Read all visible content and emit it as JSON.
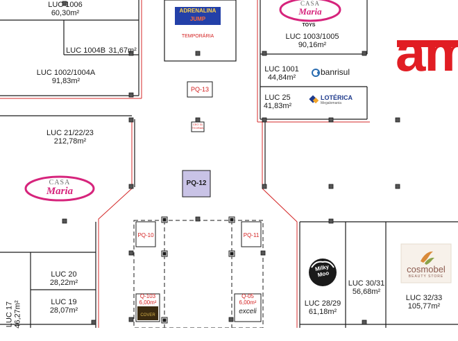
{
  "stores": {
    "luc1006": {
      "name": "LUC 1006",
      "area": "60,30m²"
    },
    "luc1004b": {
      "name": "LUC 1004B",
      "area": "31,67m²"
    },
    "luc1002": {
      "name": "LUC 1002/1004A",
      "area": "91,83m²"
    },
    "luc1003": {
      "name": "LUC 1003/1005",
      "area": "90,16m²"
    },
    "luc1001": {
      "name": "LUC 1001",
      "area": "44,84m²"
    },
    "luc25": {
      "name": "LUC 25",
      "area": "41,83m²"
    },
    "luc21": {
      "name": "LUC 21/22/23",
      "area": "212,78m²"
    },
    "luc20": {
      "name": "LUC 20",
      "area": "28,22m²"
    },
    "luc19": {
      "name": "LUC 19",
      "area": "28,07m²"
    },
    "luc17": {
      "name": "LUC 17",
      "area": "46,27m²"
    },
    "luc2829": {
      "name": "LUC 28/29",
      "area": "61,18m²"
    },
    "luc3031": {
      "name": "LUC 30/31",
      "area": "56,68m²"
    },
    "luc3233": {
      "name": "LUC 32/33",
      "area": "105,77m²"
    }
  },
  "kiosks": {
    "pq13": "PQ-13",
    "pq12": "PQ-12",
    "pq10": "PQ-10",
    "pq11": "PQ-11",
    "q103": {
      "name": "Q-103",
      "area": "6,00m²"
    },
    "q05": {
      "name": "Q-05",
      "area": "6,00m²"
    },
    "small_top": "CEO 31",
    "small_bottom": "TEORAN"
  },
  "logos": {
    "adrenalina_line1": "ADRENALINA",
    "adrenalina_line2": "JUMP",
    "temporaria": "TEMPORÁRIA",
    "casa_maria_top": "CASA",
    "casa_maria_bottom": "Maria",
    "casa_maria_toys": "TOYS",
    "casa_maria2_top": "CASA",
    "casa_maria2_bottom": "Maria",
    "banrisul": "banrisul",
    "loterica": "LOTÉRICA",
    "loterica_sub": "Megalomania",
    "am": "am",
    "milkmoo_line1": "Milky",
    "milkmoo_line2": "Moo",
    "cosmobel": "cosmobel",
    "cosmobel_sub": "BEAUTY STORE",
    "cover": "COVER",
    "exceli": "exceli"
  },
  "colors": {
    "wall": "#1a1a1a",
    "boundary": "#d42a2a",
    "kiosk_text": "#d32020",
    "pq12_fill": "#c9c3e6",
    "casa_maria_pink": "#d6247c",
    "adrenalina_blue": "#2340a8",
    "am_red": "#e11d23",
    "cosmobel_brown": "#8a5a4e",
    "banrisul_blue": "#2a6cb0",
    "loterica_blue": "#1f3b8c"
  }
}
